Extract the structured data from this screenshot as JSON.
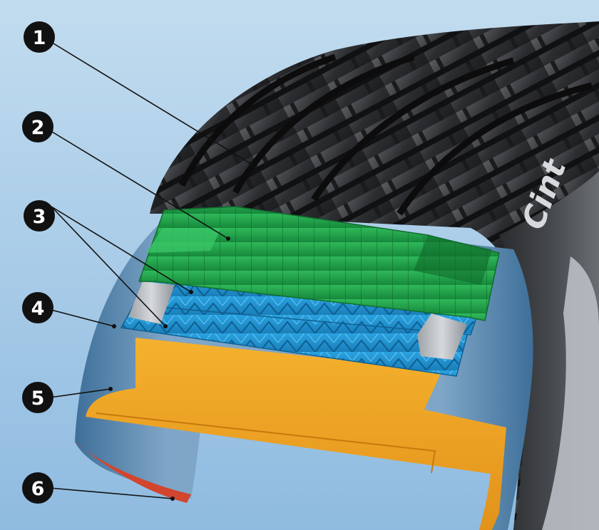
{
  "tire": {
    "sidewall_text": "Cint"
  },
  "callouts": [
    {
      "id": "1",
      "label": "1"
    },
    {
      "id": "2",
      "label": "2"
    },
    {
      "id": "3",
      "label": "3"
    },
    {
      "id": "4",
      "label": "4"
    },
    {
      "id": "5",
      "label": "5"
    },
    {
      "id": "6",
      "label": "6"
    }
  ],
  "colors": {
    "background": "#9cc5e6",
    "tread_rubber": "#2a2c2f",
    "steel_belt": "#1fa14a",
    "carcass_ply": "#1e8fcf",
    "inner_casing": "#4f7fa8",
    "cap_ply": "#f0a320",
    "inner_liner": "#d2452e",
    "callout_badge": "#111111"
  }
}
